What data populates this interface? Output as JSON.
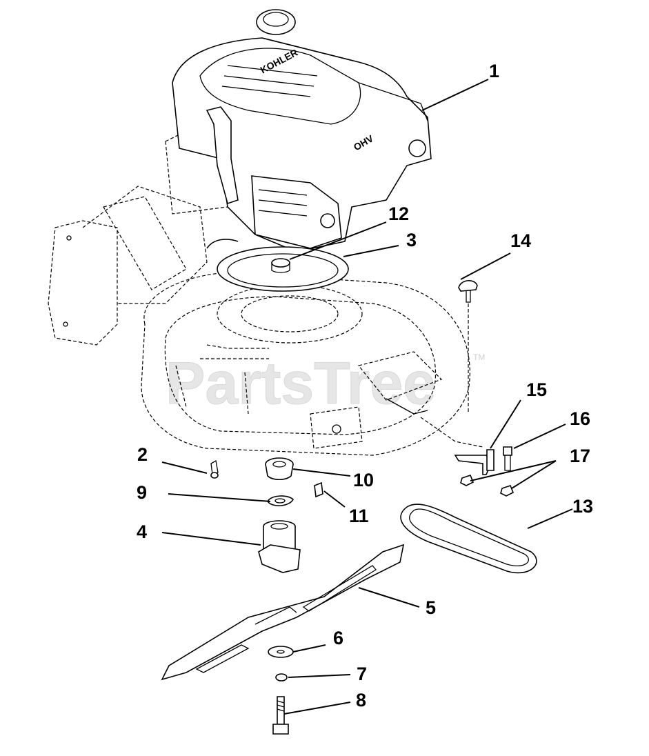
{
  "watermark": {
    "text": "PartsTree",
    "trademark": "TM"
  },
  "engine": {
    "brand": "KOHLER",
    "badge": "OHV"
  },
  "callouts": [
    {
      "id": "c1",
      "label": "1"
    },
    {
      "id": "c2",
      "label": "2"
    },
    {
      "id": "c3",
      "label": "3"
    },
    {
      "id": "c4",
      "label": "4"
    },
    {
      "id": "c5",
      "label": "5"
    },
    {
      "id": "c6",
      "label": "6"
    },
    {
      "id": "c7",
      "label": "7"
    },
    {
      "id": "c8",
      "label": "8"
    },
    {
      "id": "c9",
      "label": "9"
    },
    {
      "id": "c10",
      "label": "10"
    },
    {
      "id": "c11",
      "label": "11"
    },
    {
      "id": "c12",
      "label": "12"
    },
    {
      "id": "c13",
      "label": "13"
    },
    {
      "id": "c14",
      "label": "14"
    },
    {
      "id": "c15",
      "label": "15"
    },
    {
      "id": "c16",
      "label": "16"
    },
    {
      "id": "c17",
      "label": "17"
    }
  ]
}
